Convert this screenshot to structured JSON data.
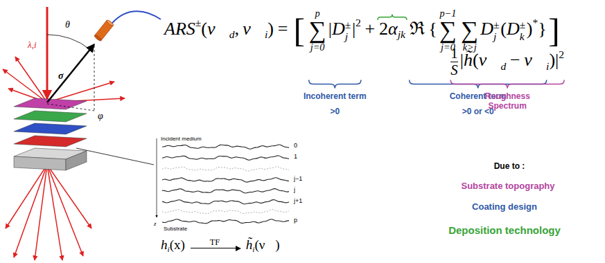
{
  "diagram": {
    "labels": [
      "ARS",
      "±",
      "(",
      "ν⃗",
      "d",
      ",",
      "ν⃗",
      "i",
      ")",
      "=",
      "[",
      "p",
      "∑",
      "j=0",
      "|",
      "D",
      "±",
      "j",
      "|",
      "2",
      "+",
      "2",
      "α",
      "jk",
      "ℜ",
      "{",
      "p−1",
      "∑",
      "j=0",
      "∑",
      "k>j",
      "D",
      "±",
      "j",
      "(",
      "D",
      "±",
      "k",
      ")",
      "*",
      "}",
      "]",
      "1",
      "S",
      "|",
      "h̃",
      "(",
      "ν⃗",
      "d",
      "−",
      "ν⃗",
      "i",
      ")",
      "|",
      "2",
      "Incoherent term",
      ">0",
      "Coherent term",
      ">0 or <0",
      "Roughness Spectrum",
      "Due to :",
      "Substrate topography",
      "Coating design",
      "Deposition technology",
      "λ,i",
      "θ",
      "σ⃗",
      "φ",
      "Incident medium",
      "0",
      "1",
      "j−1",
      "j",
      "j+1",
      "p",
      "z",
      "Substrate",
      "h",
      "i",
      "(x)",
      "TF",
      "h̃",
      "i",
      "(ν⃗)"
    ]
  }
}
